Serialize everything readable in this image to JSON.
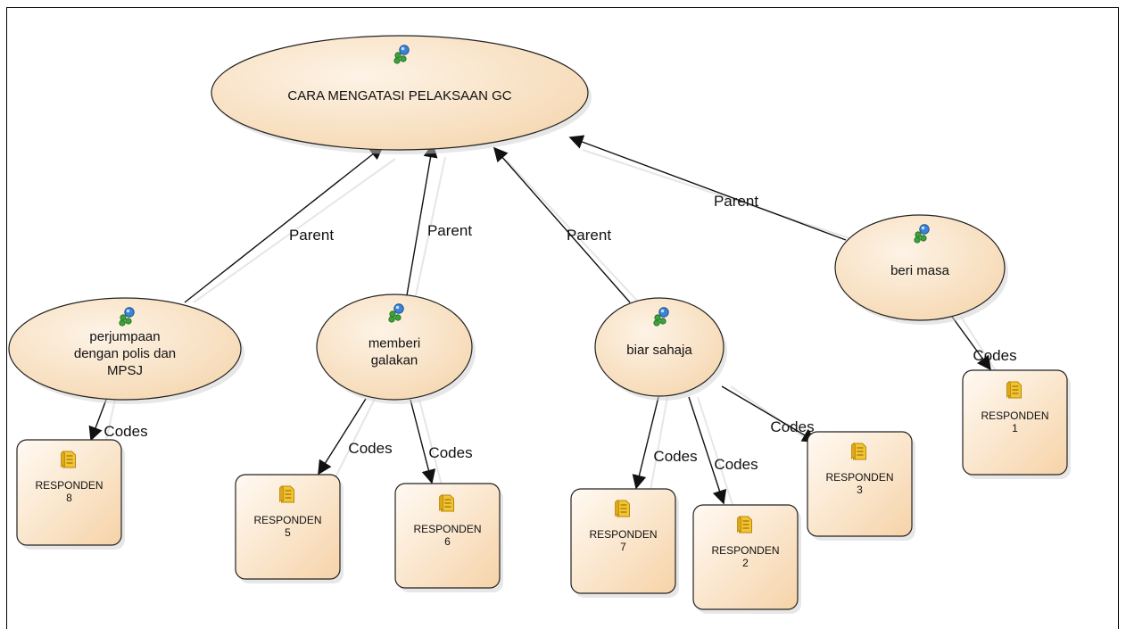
{
  "diagram": {
    "root": {
      "id": "root",
      "label": "CARA MENGATASI PELAKSAAN GC",
      "icon": "node-icon"
    },
    "nodes": [
      {
        "id": "perjumpaan",
        "label_lines": [
          "perjumpaan",
          "dengan polis dan",
          "MPSJ"
        ],
        "icon": "node-icon"
      },
      {
        "id": "memberi",
        "label_lines": [
          "memberi",
          "galakan"
        ],
        "icon": "node-icon"
      },
      {
        "id": "biar",
        "label_lines": [
          "biar sahaja"
        ],
        "icon": "node-icon"
      },
      {
        "id": "beri",
        "label_lines": [
          "beri masa"
        ],
        "icon": "node-icon"
      }
    ],
    "sources": [
      {
        "id": "r8",
        "lines": [
          "RESPONDEN",
          "8"
        ],
        "icon": "document-icon"
      },
      {
        "id": "r5",
        "lines": [
          "RESPONDEN",
          "5"
        ],
        "icon": "document-icon"
      },
      {
        "id": "r6",
        "lines": [
          "RESPONDEN",
          "6"
        ],
        "icon": "document-icon"
      },
      {
        "id": "r7",
        "lines": [
          "RESPONDEN",
          "7"
        ],
        "icon": "document-icon"
      },
      {
        "id": "r2",
        "lines": [
          "RESPONDEN",
          "2"
        ],
        "icon": "document-icon"
      },
      {
        "id": "r3",
        "lines": [
          "RESPONDEN",
          "3"
        ],
        "icon": "document-icon"
      },
      {
        "id": "r1",
        "lines": [
          "RESPONDEN",
          "1"
        ],
        "icon": "document-icon"
      }
    ],
    "edges": [
      {
        "from": "perjumpaan",
        "to": "root",
        "label": "Parent"
      },
      {
        "from": "memberi",
        "to": "root",
        "label": "Parent"
      },
      {
        "from": "biar",
        "to": "root",
        "label": "Parent"
      },
      {
        "from": "beri",
        "to": "root",
        "label": "Parent"
      },
      {
        "from": "perjumpaan",
        "to": "r8",
        "label": "Codes"
      },
      {
        "from": "memberi",
        "to": "r5",
        "label": "Codes"
      },
      {
        "from": "memberi",
        "to": "r6",
        "label": "Codes"
      },
      {
        "from": "biar",
        "to": "r7",
        "label": "Codes"
      },
      {
        "from": "biar",
        "to": "r2",
        "label": "Codes"
      },
      {
        "from": "biar",
        "to": "r3",
        "label": "Codes"
      },
      {
        "from": "beri",
        "to": "r1",
        "label": "Codes"
      }
    ],
    "colors": {
      "node_fill_light": "#fdf3e6",
      "node_fill_dark": "#f6d9b4",
      "outline": "#222222",
      "doc_icon": "#f2c431",
      "node_icon_blue": "#3b83d6",
      "node_icon_green": "#3aa33a"
    }
  }
}
